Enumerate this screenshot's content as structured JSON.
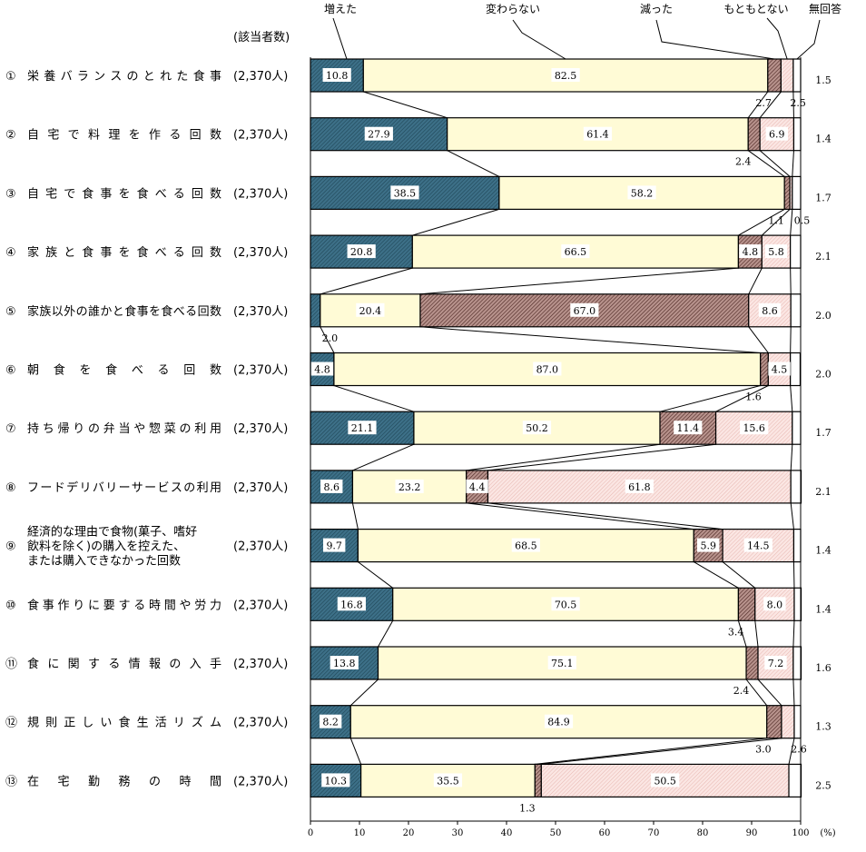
{
  "chart_data": {
    "type": "bar",
    "stacked": true,
    "orientation": "horizontal",
    "unit": "(%)",
    "count_header": "(該当者数)",
    "xlim": [
      0,
      100
    ],
    "xticks": [
      "0",
      "10",
      "20",
      "30",
      "40",
      "50",
      "60",
      "70",
      "80",
      "90",
      "100"
    ],
    "series": [
      {
        "name": "増えた",
        "color": "#3b6f86"
      },
      {
        "name": "変わらない",
        "color": "#fffbd6"
      },
      {
        "name": "減った",
        "color": "#7a4a44"
      },
      {
        "name": "もともとない",
        "color": "#f6d4d0"
      },
      {
        "name": "無回答",
        "color": "#ffffff"
      }
    ],
    "rows": [
      {
        "marker": "①",
        "label": [
          "栄養バランスのとれた食事"
        ],
        "count": "(2,370人)",
        "values": [
          10.8,
          82.5,
          2.7,
          2.5,
          1.5
        ]
      },
      {
        "marker": "②",
        "label": [
          "自宅で料理を作る回数"
        ],
        "count": "(2,370人)",
        "values": [
          27.9,
          61.4,
          2.4,
          6.9,
          1.4
        ]
      },
      {
        "marker": "③",
        "label": [
          "自宅で食事を食べる回数"
        ],
        "count": "(2,370人)",
        "values": [
          38.5,
          58.2,
          1.1,
          0.5,
          1.7
        ]
      },
      {
        "marker": "④",
        "label": [
          "家族と食事を食べる回数"
        ],
        "count": "(2,370人)",
        "values": [
          20.8,
          66.5,
          4.8,
          5.8,
          2.1
        ]
      },
      {
        "marker": "⑤",
        "label": [
          "家族以外の誰かと食事を食べる回数"
        ],
        "count": "(2,370人)",
        "values": [
          2.0,
          20.4,
          67.0,
          8.6,
          2.0
        ]
      },
      {
        "marker": "⑥",
        "label": [
          "朝食を食べる回数"
        ],
        "count": "(2,370人)",
        "values": [
          4.8,
          87.0,
          1.6,
          4.5,
          2.0
        ]
      },
      {
        "marker": "⑦",
        "label": [
          "持ち帰りの弁当や惣菜の利用"
        ],
        "count": "(2,370人)",
        "values": [
          21.1,
          50.2,
          11.4,
          15.6,
          1.7
        ]
      },
      {
        "marker": "⑧",
        "label": [
          "フードデリバリーサービスの利用"
        ],
        "count": "(2,370人)",
        "values": [
          8.6,
          23.2,
          4.4,
          61.8,
          2.1
        ]
      },
      {
        "marker": "⑨",
        "label": [
          "経済的な理由で食物(菓子、嗜好",
          "飲料を除く)の購入を控えた、",
          "または購入できなかった回数"
        ],
        "count": "(2,370人)",
        "values": [
          9.7,
          68.5,
          5.9,
          14.5,
          1.4
        ]
      },
      {
        "marker": "⑩",
        "label": [
          "食事作りに要する時間や労力"
        ],
        "count": "(2,370人)",
        "values": [
          16.8,
          70.5,
          3.4,
          8.0,
          1.4
        ]
      },
      {
        "marker": "⑪",
        "label": [
          "食に関する情報の入手"
        ],
        "count": "(2,370人)",
        "values": [
          13.8,
          75.1,
          2.4,
          7.2,
          1.6
        ]
      },
      {
        "marker": "⑫",
        "label": [
          "規則正しい食生活リズム"
        ],
        "count": "(2,370人)",
        "values": [
          8.2,
          84.9,
          3.0,
          2.6,
          1.3
        ]
      },
      {
        "marker": "⑬",
        "label": [
          "在宅勤務の時間"
        ],
        "count": "(2,370人)",
        "values": [
          10.3,
          35.5,
          1.3,
          50.5,
          2.5
        ]
      }
    ]
  }
}
